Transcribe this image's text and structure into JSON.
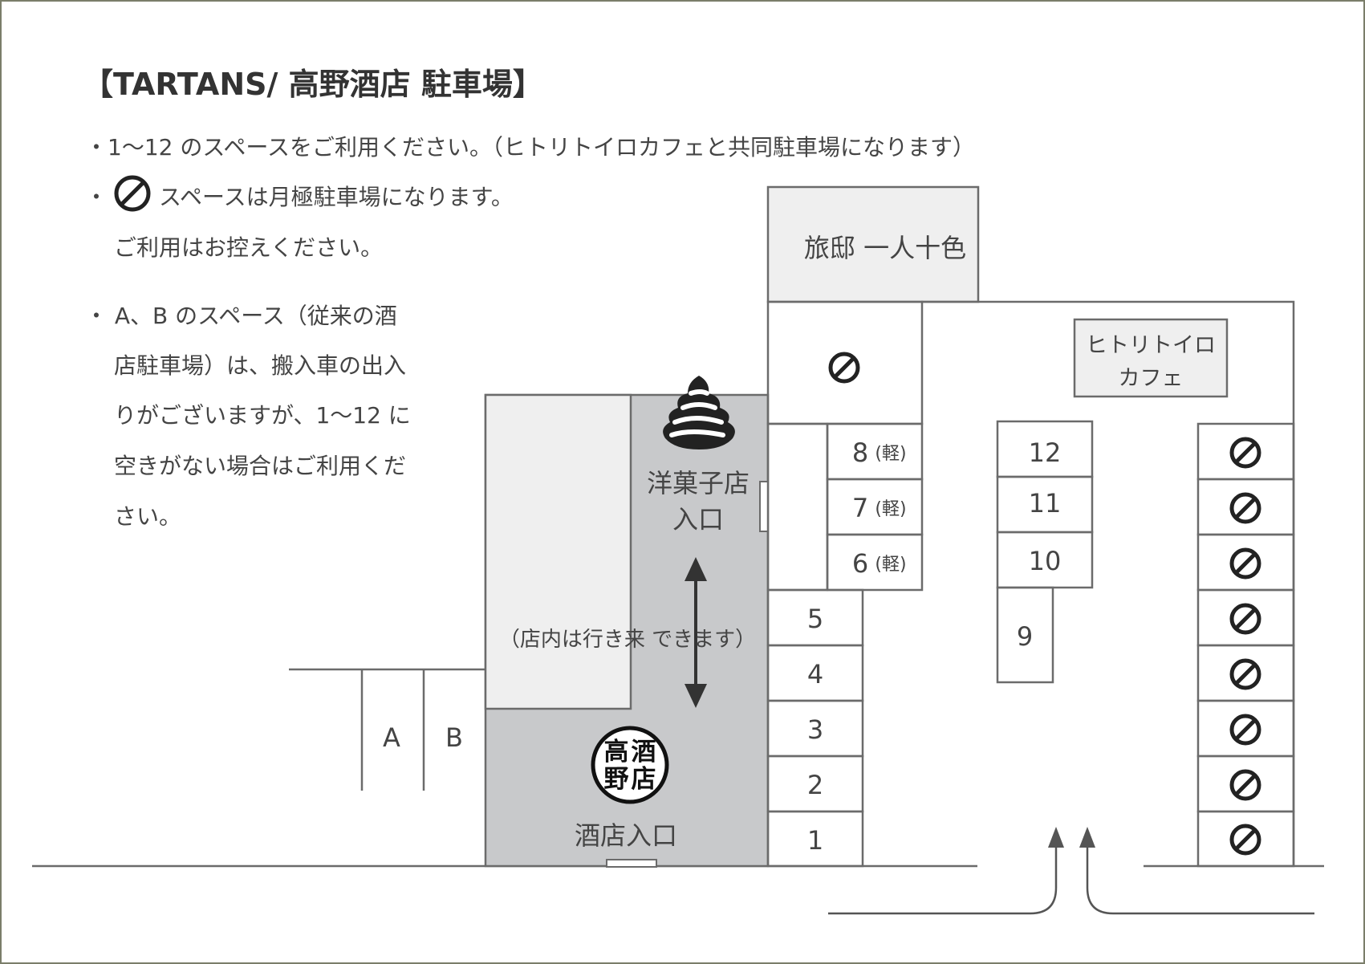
{
  "title": "【TARTANS/ 高野酒店 駐車場】",
  "notes": {
    "line1": "・1〜12 のスペースをご利用ください。（ヒトリトイロカフェと共同駐車場になります）",
    "line2_bullet": "・",
    "line2_text": "スペースは月極駐車場になります。",
    "line3": "ご利用はお控えください。",
    "line4": "・ A、B のスペース（従来の酒",
    "line5": "店駐車場）は、搬入車の出入",
    "line6": "りがございますが、1〜12 に",
    "line7": "空きがない場合はご利用くだ",
    "line8": "さい。"
  },
  "buildings": {
    "ryotei": "旅邸 一人十色",
    "cafe_line1": "ヒトリトイロ",
    "cafe_line2": "カフェ",
    "yogashi_line1": "洋菓子店",
    "yogashi_line2": "入口",
    "sake_entrance": "酒店入口",
    "passage": "（店内は行き来 できます）",
    "logo_chars": [
      "高",
      "酒",
      "野",
      "店"
    ]
  },
  "spaces": {
    "s1": "1",
    "s2": "2",
    "s3": "3",
    "s4": "4",
    "s5": "5",
    "s6": "6",
    "s7": "7",
    "s8": "8",
    "kei": "(軽)",
    "s9": "9",
    "s10": "10",
    "s11": "11",
    "s12": "12",
    "sA": "A",
    "sB": "B"
  },
  "icons": {
    "no_parking": "no-parking-icon",
    "soft_cream": "soft-cream-icon",
    "logo": "takano-sake-logo",
    "arrows": "direction-arrow-icon"
  },
  "colors": {
    "frame": "#7b7e6a",
    "shop_fill": "#c8c9cb",
    "building_fill": "#efefef",
    "line": "#6b6b6b"
  }
}
